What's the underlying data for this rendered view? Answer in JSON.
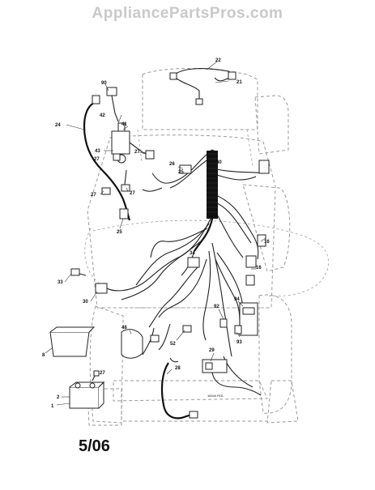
{
  "watermark": "AppliancePartsPros.com",
  "footer": {
    "date": "5/06"
  },
  "callouts": [
    "22",
    "21",
    "90",
    "24",
    "42",
    "41",
    "40",
    "43",
    "27",
    "27",
    "27",
    "27",
    "25",
    "26",
    "25",
    "16",
    "34",
    "16",
    "33",
    "30",
    "92",
    "94",
    "93",
    "8",
    "48",
    "52",
    "29",
    "27",
    "28",
    "2",
    "1"
  ],
  "drawing_number": "16044 ROL"
}
